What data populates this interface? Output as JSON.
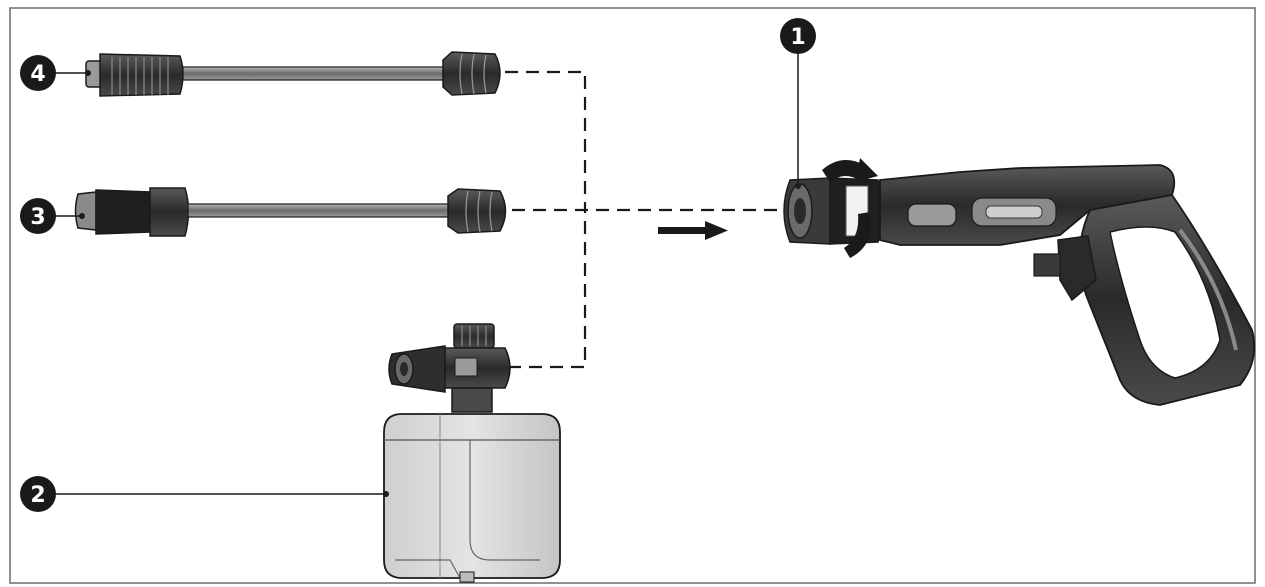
{
  "callouts": [
    {
      "number": "1",
      "part": "spray-gun-connector"
    },
    {
      "number": "2",
      "part": "foam-bottle"
    },
    {
      "number": "3",
      "part": "lance-fan"
    },
    {
      "number": "4",
      "part": "lance-turbo"
    }
  ],
  "colors": {
    "ink": "#1a1a1a",
    "dark_grey": "#3a3a3a",
    "mid_grey": "#7a7a7a",
    "light_grey": "#d6d6d6",
    "frame": "#6b6b6b"
  },
  "icons": [
    "rotate-arrow-icon",
    "direction-arrow-icon"
  ]
}
